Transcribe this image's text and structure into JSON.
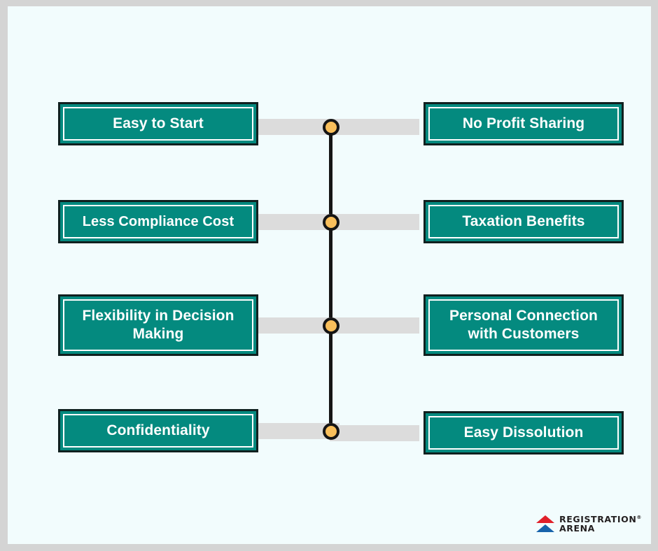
{
  "diagram": {
    "type": "symmetric-timeline",
    "theme": {
      "canvas_background": "#f2fcfd",
      "frame_border": "#d4d4d4",
      "box_fill": "#048a7f",
      "box_border": "#10201f",
      "box_inner_border": "#ffffff",
      "box_text": "#ffffff",
      "spine": "#151515",
      "node_fill": "#f9bf5b",
      "node_border": "#151515",
      "connector": "#dcdcdc"
    },
    "rows": [
      {
        "node": "timeline-node-1",
        "left_label": "Easy to Start",
        "right_label": "No Profit Sharing"
      },
      {
        "node": "timeline-node-2",
        "left_label": "Less Compliance Cost",
        "right_label": "Taxation Benefits"
      },
      {
        "node": "timeline-node-3",
        "left_label": "Flexibility in Decision\nMaking",
        "right_label": "Personal Connection\nwith Customers"
      },
      {
        "node": "timeline-node-4",
        "left_label": "Confidentiality",
        "right_label": "Easy Dissolution"
      }
    ]
  },
  "logo": {
    "line1": "REGISTRATION",
    "registered_mark": "®",
    "line2": "ARENA",
    "mark_top_color": "#e0202a",
    "mark_bottom_color": "#1763ab"
  }
}
